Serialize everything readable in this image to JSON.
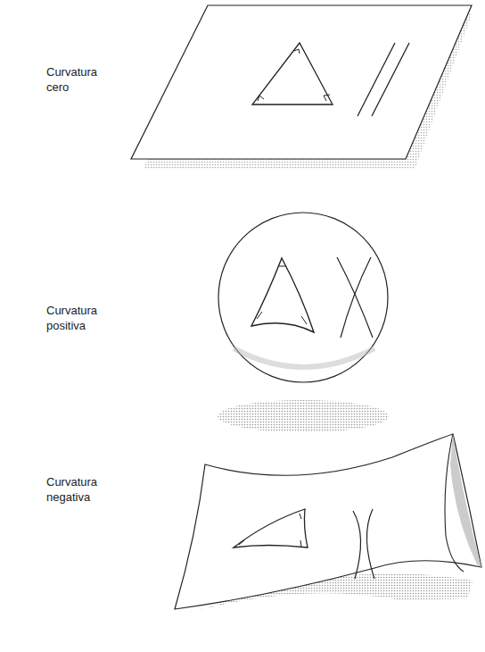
{
  "diagram": {
    "labels": [
      "Curvatura cero",
      "Curvatura positiva",
      "Curvatura negativa"
    ]
  }
}
